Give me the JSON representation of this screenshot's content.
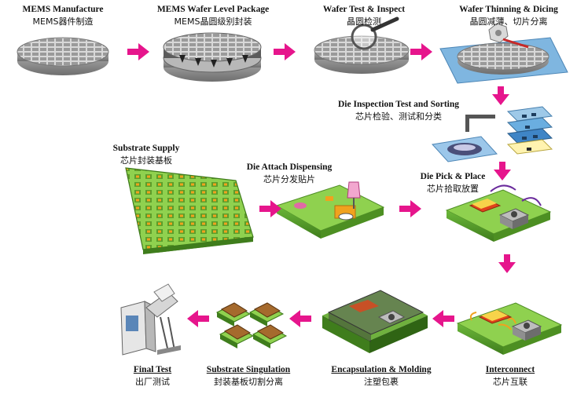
{
  "colors": {
    "arrow": "#e6158c",
    "wafer": "#cfcfcf",
    "substrate": "#8fd14f",
    "substrate_dark": "#5aa02c",
    "pad": "#f0a21e",
    "die_red": "#e0431b"
  },
  "steps": [
    {
      "id": "mems-manufacture",
      "en": "MEMS Manufacture",
      "zh": "MEMS器件制造"
    },
    {
      "id": "wafer-level-package",
      "en": "MEMS Wafer Level Package",
      "zh": "MEMS晶圆级别封装"
    },
    {
      "id": "wafer-test-inspect",
      "en": "Wafer Test & Inspect",
      "zh": "晶圆检测"
    },
    {
      "id": "wafer-thinning-dicing",
      "en": "Wafer Thinning & Dicing",
      "zh": "晶圆减薄、切片分离"
    },
    {
      "id": "die-inspection-sorting",
      "en": "Die Inspection Test and Sorting",
      "zh": "芯片检验、测试和分类"
    },
    {
      "id": "substrate-supply",
      "en": "Substrate Supply",
      "zh": "芯片封装基板"
    },
    {
      "id": "die-attach-dispensing",
      "en": "Die Attach Dispensing",
      "zh": "芯片分发贴片"
    },
    {
      "id": "die-pick-place",
      "en": "Die Pick & Place",
      "zh": "芯片拾取放置"
    },
    {
      "id": "interconnect",
      "en": "Interconnect",
      "zh": "芯片互联"
    },
    {
      "id": "encapsulation-molding",
      "en": "Encapsulation & Molding",
      "zh": "注塑包裹"
    },
    {
      "id": "substrate-singulation",
      "en": "Substrate Singulation",
      "zh": "封装基板切割分离"
    },
    {
      "id": "final-test",
      "en": "Final Test",
      "zh": "出厂测试"
    }
  ]
}
